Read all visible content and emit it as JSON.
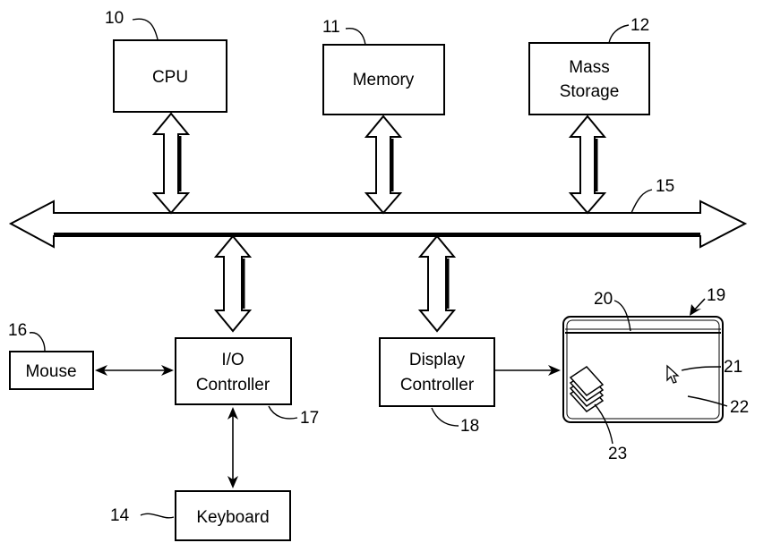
{
  "blocks": {
    "cpu": {
      "label": "CPU",
      "ref": "10"
    },
    "memory": {
      "label": "Memory",
      "ref": "11"
    },
    "mass_storage": {
      "label_line1": "Mass",
      "label_line2": "Storage",
      "ref": "12"
    },
    "bus": {
      "ref": "15"
    },
    "mouse": {
      "label": "Mouse",
      "ref": "16"
    },
    "io_controller": {
      "label_line1": "I/O",
      "label_line2": "Controller",
      "ref": "17"
    },
    "display_controller": {
      "label_line1": "Display",
      "label_line2": "Controller",
      "ref": "18"
    },
    "keyboard": {
      "label": "Keyboard",
      "ref": "14"
    },
    "display": {
      "ref": "19",
      "title_bar_ref": "20",
      "cursor_ref": "21",
      "screen_ref": "22",
      "document_icon_ref": "23"
    }
  }
}
